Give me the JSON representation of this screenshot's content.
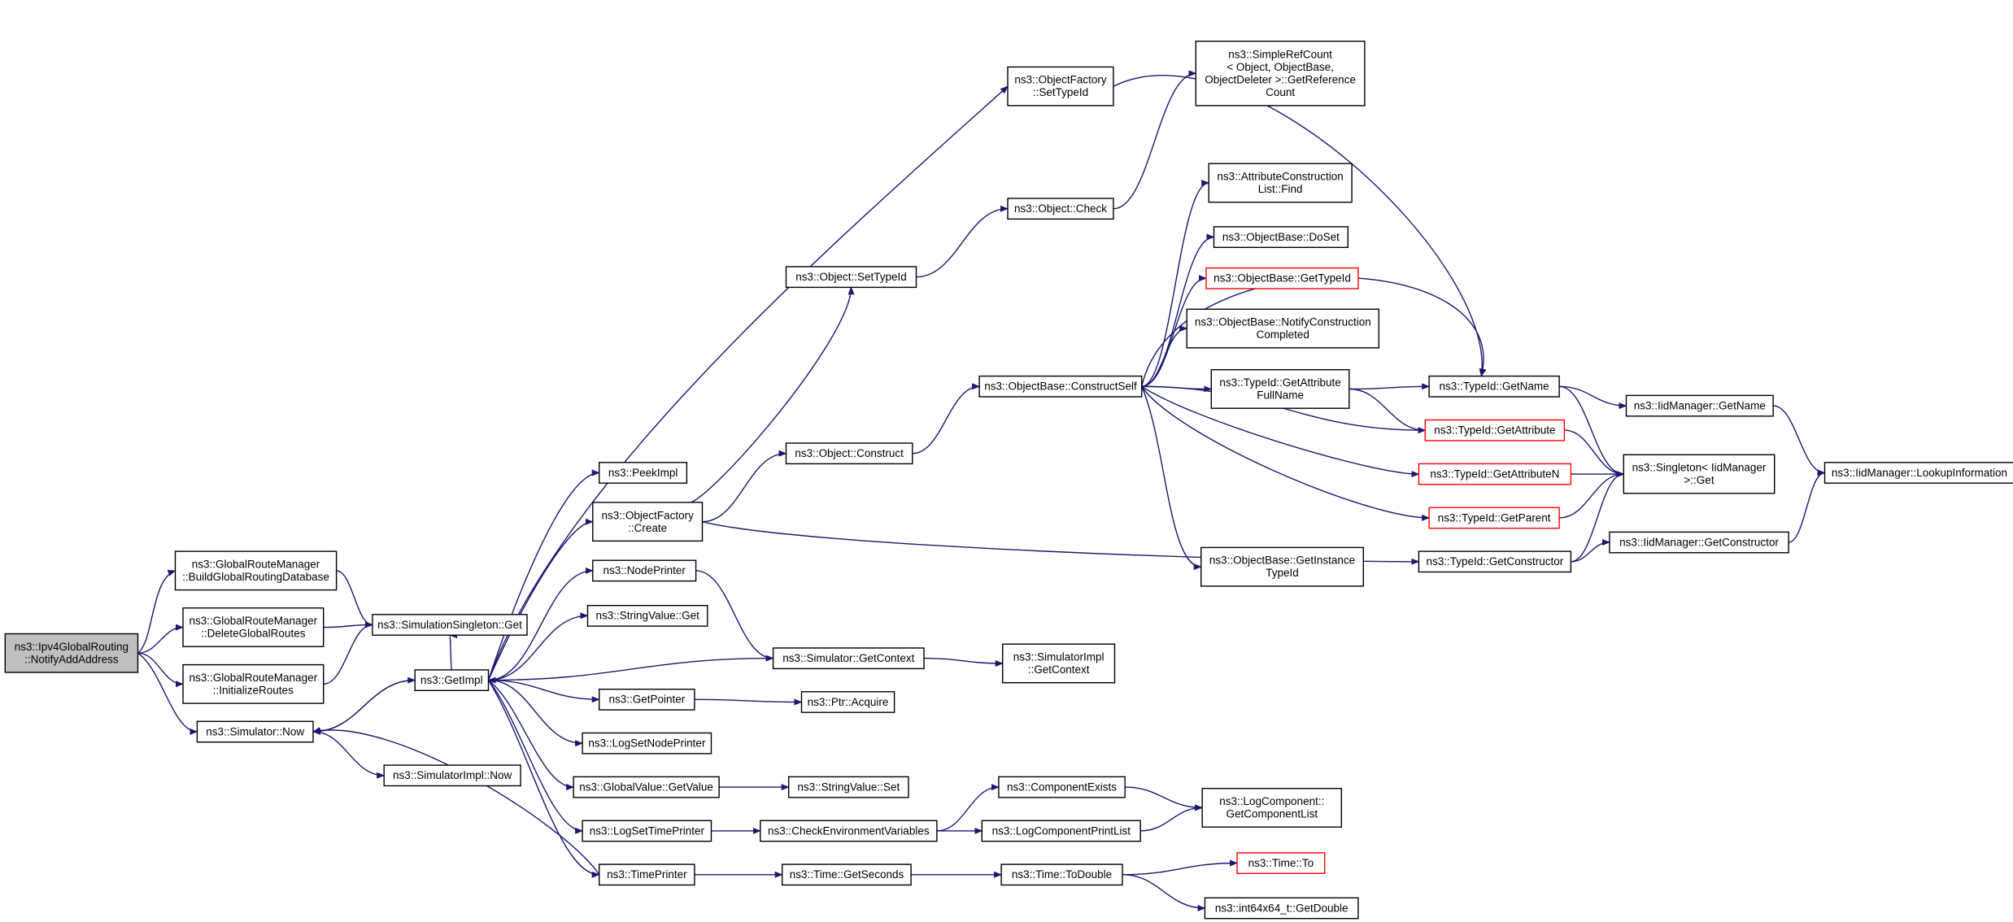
{
  "diagram": {
    "root": "n_root",
    "nodes": [
      {
        "id": "n_root",
        "lines": [
          "ns3::Ipv4GlobalRouting",
          "::NotifyAddAddress"
        ],
        "style": "root"
      },
      {
        "id": "n_build",
        "lines": [
          "ns3::GlobalRouteManager",
          "::BuildGlobalRoutingDatabase"
        ],
        "style": "normal"
      },
      {
        "id": "n_delete",
        "lines": [
          "ns3::GlobalRouteManager",
          "::DeleteGlobalRoutes"
        ],
        "style": "normal"
      },
      {
        "id": "n_init",
        "lines": [
          "ns3::GlobalRouteManager",
          "::InitializeRoutes"
        ],
        "style": "normal"
      },
      {
        "id": "n_simnow",
        "lines": [
          "ns3::Simulator::Now"
        ],
        "style": "normal"
      },
      {
        "id": "n_simsingleton",
        "lines": [
          "ns3::SimulationSingleton::Get"
        ],
        "style": "normal"
      },
      {
        "id": "n_simimplnow",
        "lines": [
          "ns3::SimulatorImpl::Now"
        ],
        "style": "normal"
      },
      {
        "id": "n_getimpl",
        "lines": [
          "ns3::GetImpl"
        ],
        "style": "normal"
      },
      {
        "id": "n_peekimpl",
        "lines": [
          "ns3::PeekImpl"
        ],
        "style": "normal"
      },
      {
        "id": "n_ofcreate",
        "lines": [
          "ns3::ObjectFactory",
          "::Create"
        ],
        "style": "normal"
      },
      {
        "id": "n_nodeprinter",
        "lines": [
          "ns3::NodePrinter"
        ],
        "style": "normal"
      },
      {
        "id": "n_stringvalueget",
        "lines": [
          "ns3::StringValue::Get"
        ],
        "style": "normal"
      },
      {
        "id": "n_getpointer",
        "lines": [
          "ns3::GetPointer"
        ],
        "style": "normal"
      },
      {
        "id": "n_logsetnodeprinter",
        "lines": [
          "ns3::LogSetNodePrinter"
        ],
        "style": "normal"
      },
      {
        "id": "n_globalvalueget",
        "lines": [
          "ns3::GlobalValue::GetValue"
        ],
        "style": "normal"
      },
      {
        "id": "n_logsettimeprinter",
        "lines": [
          "ns3::LogSetTimePrinter"
        ],
        "style": "normal"
      },
      {
        "id": "n_timeprinter",
        "lines": [
          "ns3::TimePrinter"
        ],
        "style": "normal"
      },
      {
        "id": "n_ofsettypeid",
        "lines": [
          "ns3::ObjectFactory",
          "::SetTypeId"
        ],
        "style": "normal"
      },
      {
        "id": "n_objsettypeid",
        "lines": [
          "ns3::Object::SetTypeId"
        ],
        "style": "normal"
      },
      {
        "id": "n_objconstruct",
        "lines": [
          "ns3::Object::Construct"
        ],
        "style": "normal"
      },
      {
        "id": "n_simgetcontext",
        "lines": [
          "ns3::Simulator::GetContext"
        ],
        "style": "normal"
      },
      {
        "id": "n_ptracquire",
        "lines": [
          "ns3::Ptr::Acquire"
        ],
        "style": "normal"
      },
      {
        "id": "n_stringvalueset",
        "lines": [
          "ns3::StringValue::Set"
        ],
        "style": "normal"
      },
      {
        "id": "n_checkenv",
        "lines": [
          "ns3::CheckEnvironmentVariables"
        ],
        "style": "normal"
      },
      {
        "id": "n_timegetseconds",
        "lines": [
          "ns3::Time::GetSeconds"
        ],
        "style": "normal"
      },
      {
        "id": "n_objcheck",
        "lines": [
          "ns3::Object::Check"
        ],
        "style": "normal"
      },
      {
        "id": "n_constructself",
        "lines": [
          "ns3::ObjectBase::ConstructSelf"
        ],
        "style": "normal"
      },
      {
        "id": "n_simimplgetcontext",
        "lines": [
          "ns3::SimulatorImpl",
          "::GetContext"
        ],
        "style": "normal"
      },
      {
        "id": "n_compexists",
        "lines": [
          "ns3::ComponentExists"
        ],
        "style": "normal"
      },
      {
        "id": "n_logcompprintlist",
        "lines": [
          "ns3::LogComponentPrintList"
        ],
        "style": "normal"
      },
      {
        "id": "n_timetodouble",
        "lines": [
          "ns3::Time::ToDouble"
        ],
        "style": "normal"
      },
      {
        "id": "n_simplerefcount",
        "lines": [
          "ns3::SimpleRefCount",
          "< Object, ObjectBase,",
          "ObjectDeleter >::GetReference",
          "Count"
        ],
        "style": "normal"
      },
      {
        "id": "n_attrconstfind",
        "lines": [
          "ns3::AttributeConstruction",
          "List::Find"
        ],
        "style": "normal"
      },
      {
        "id": "n_objbasedoset",
        "lines": [
          "ns3::ObjectBase::DoSet"
        ],
        "style": "normal"
      },
      {
        "id": "n_objbasegettypeid",
        "lines": [
          "ns3::ObjectBase::GetTypeId"
        ],
        "style": "red"
      },
      {
        "id": "n_notifyconst",
        "lines": [
          "ns3::ObjectBase::NotifyConstruction",
          "Completed"
        ],
        "style": "normal"
      },
      {
        "id": "n_getattrfullname",
        "lines": [
          "ns3::TypeId::GetAttribute",
          "FullName"
        ],
        "style": "normal"
      },
      {
        "id": "n_getinstancetypeid",
        "lines": [
          "ns3::ObjectBase::GetInstance",
          "TypeId"
        ],
        "style": "normal"
      },
      {
        "id": "n_logcompgetlist",
        "lines": [
          "ns3::LogComponent::",
          "GetComponentList"
        ],
        "style": "normal"
      },
      {
        "id": "n_timeto",
        "lines": [
          "ns3::Time::To"
        ],
        "style": "red"
      },
      {
        "id": "n_int64getdouble",
        "lines": [
          "ns3::int64x64_t::GetDouble"
        ],
        "style": "normal"
      },
      {
        "id": "n_typeidgetname",
        "lines": [
          "ns3::TypeId::GetName"
        ],
        "style": "normal"
      },
      {
        "id": "n_typeidgetattribute",
        "lines": [
          "ns3::TypeId::GetAttribute"
        ],
        "style": "red"
      },
      {
        "id": "n_typeidgetattributen",
        "lines": [
          "ns3::TypeId::GetAttributeN"
        ],
        "style": "red"
      },
      {
        "id": "n_typeidgetparent",
        "lines": [
          "ns3::TypeId::GetParent"
        ],
        "style": "red"
      },
      {
        "id": "n_typeidgetconstructor",
        "lines": [
          "ns3::TypeId::GetConstructor"
        ],
        "style": "normal"
      },
      {
        "id": "n_iidgetname",
        "lines": [
          "ns3::IidManager::GetName"
        ],
        "style": "normal"
      },
      {
        "id": "n_singletonget",
        "lines": [
          "ns3::Singleton< IidManager",
          ">::Get"
        ],
        "style": "normal"
      },
      {
        "id": "n_iidgetconstructor",
        "lines": [
          "ns3::IidManager::GetConstructor"
        ],
        "style": "normal"
      },
      {
        "id": "n_iidlookupinfo",
        "lines": [
          "ns3::IidManager::LookupInformation"
        ],
        "style": "normal"
      }
    ],
    "edges": [
      [
        "n_root",
        "n_build"
      ],
      [
        "n_root",
        "n_delete"
      ],
      [
        "n_root",
        "n_init"
      ],
      [
        "n_root",
        "n_simnow"
      ],
      [
        "n_build",
        "n_simsingleton"
      ],
      [
        "n_delete",
        "n_simsingleton"
      ],
      [
        "n_init",
        "n_simsingleton"
      ],
      [
        "n_simnow",
        "n_getimpl"
      ],
      [
        "n_simnow",
        "n_simimplnow"
      ],
      [
        "n_getimpl",
        "n_simsingleton"
      ],
      [
        "n_getimpl",
        "n_peekimpl"
      ],
      [
        "n_getimpl",
        "n_ofcreate"
      ],
      [
        "n_getimpl",
        "n_nodeprinter"
      ],
      [
        "n_getimpl",
        "n_stringvalueget"
      ],
      [
        "n_getimpl",
        "n_getpointer"
      ],
      [
        "n_getimpl",
        "n_logsetnodeprinter"
      ],
      [
        "n_getimpl",
        "n_globalvalueget"
      ],
      [
        "n_getimpl",
        "n_logsettimeprinter"
      ],
      [
        "n_getimpl",
        "n_timeprinter"
      ],
      [
        "n_getimpl",
        "n_ofsettypeid"
      ],
      [
        "n_getimpl",
        "n_simnow"
      ],
      [
        "n_ofcreate",
        "n_objsettypeid"
      ],
      [
        "n_ofcreate",
        "n_objconstruct"
      ],
      [
        "n_ofcreate",
        "n_typeidgetconstructor"
      ],
      [
        "n_nodeprinter",
        "n_simgetcontext"
      ],
      [
        "n_simgetcontext",
        "n_getimpl"
      ],
      [
        "n_simgetcontext",
        "n_simimplgetcontext"
      ],
      [
        "n_getpointer",
        "n_ptracquire"
      ],
      [
        "n_globalvalueget",
        "n_stringvalueset"
      ],
      [
        "n_logsettimeprinter",
        "n_checkenv"
      ],
      [
        "n_timeprinter",
        "n_simnow"
      ],
      [
        "n_timeprinter",
        "n_timegetseconds"
      ],
      [
        "n_objsettypeid",
        "n_objcheck"
      ],
      [
        "n_objcheck",
        "n_simplerefcount"
      ],
      [
        "n_objconstruct",
        "n_constructself"
      ],
      [
        "n_checkenv",
        "n_compexists"
      ],
      [
        "n_checkenv",
        "n_logcompprintlist"
      ],
      [
        "n_compexists",
        "n_logcompgetlist"
      ],
      [
        "n_logcompprintlist",
        "n_logcompgetlist"
      ],
      [
        "n_timegetseconds",
        "n_timetodouble"
      ],
      [
        "n_timetodouble",
        "n_timeto"
      ],
      [
        "n_timetodouble",
        "n_int64getdouble"
      ],
      [
        "n_ofsettypeid",
        "n_typeidgetname"
      ],
      [
        "n_constructself",
        "n_attrconstfind"
      ],
      [
        "n_constructself",
        "n_objbasedoset"
      ],
      [
        "n_constructself",
        "n_objbasegettypeid"
      ],
      [
        "n_constructself",
        "n_notifyconst"
      ],
      [
        "n_constructself",
        "n_getattrfullname"
      ],
      [
        "n_constructself",
        "n_getinstancetypeid"
      ],
      [
        "n_constructself",
        "n_typeidgetname"
      ],
      [
        "n_constructself",
        "n_typeidgetattribute"
      ],
      [
        "n_constructself",
        "n_typeidgetattributen"
      ],
      [
        "n_constructself",
        "n_typeidgetparent"
      ],
      [
        "n_getattrfullname",
        "n_typeidgetname"
      ],
      [
        "n_getattrfullname",
        "n_typeidgetattribute"
      ],
      [
        "n_typeidgetname",
        "n_iidgetname"
      ],
      [
        "n_typeidgetname",
        "n_singletonget"
      ],
      [
        "n_typeidgetattribute",
        "n_singletonget"
      ],
      [
        "n_typeidgetattributen",
        "n_singletonget"
      ],
      [
        "n_typeidgetparent",
        "n_singletonget"
      ],
      [
        "n_typeidgetconstructor",
        "n_singletonget"
      ],
      [
        "n_typeidgetconstructor",
        "n_iidgetconstructor"
      ],
      [
        "n_iidgetname",
        "n_iidlookupinfo"
      ],
      [
        "n_iidgetconstructor",
        "n_iidlookupinfo"
      ]
    ],
    "colors": {
      "edge": "#191970",
      "border": "#000000",
      "highlight_border": "#ff0000",
      "root_fill": "#bfbfbf",
      "text": "#000000"
    }
  }
}
